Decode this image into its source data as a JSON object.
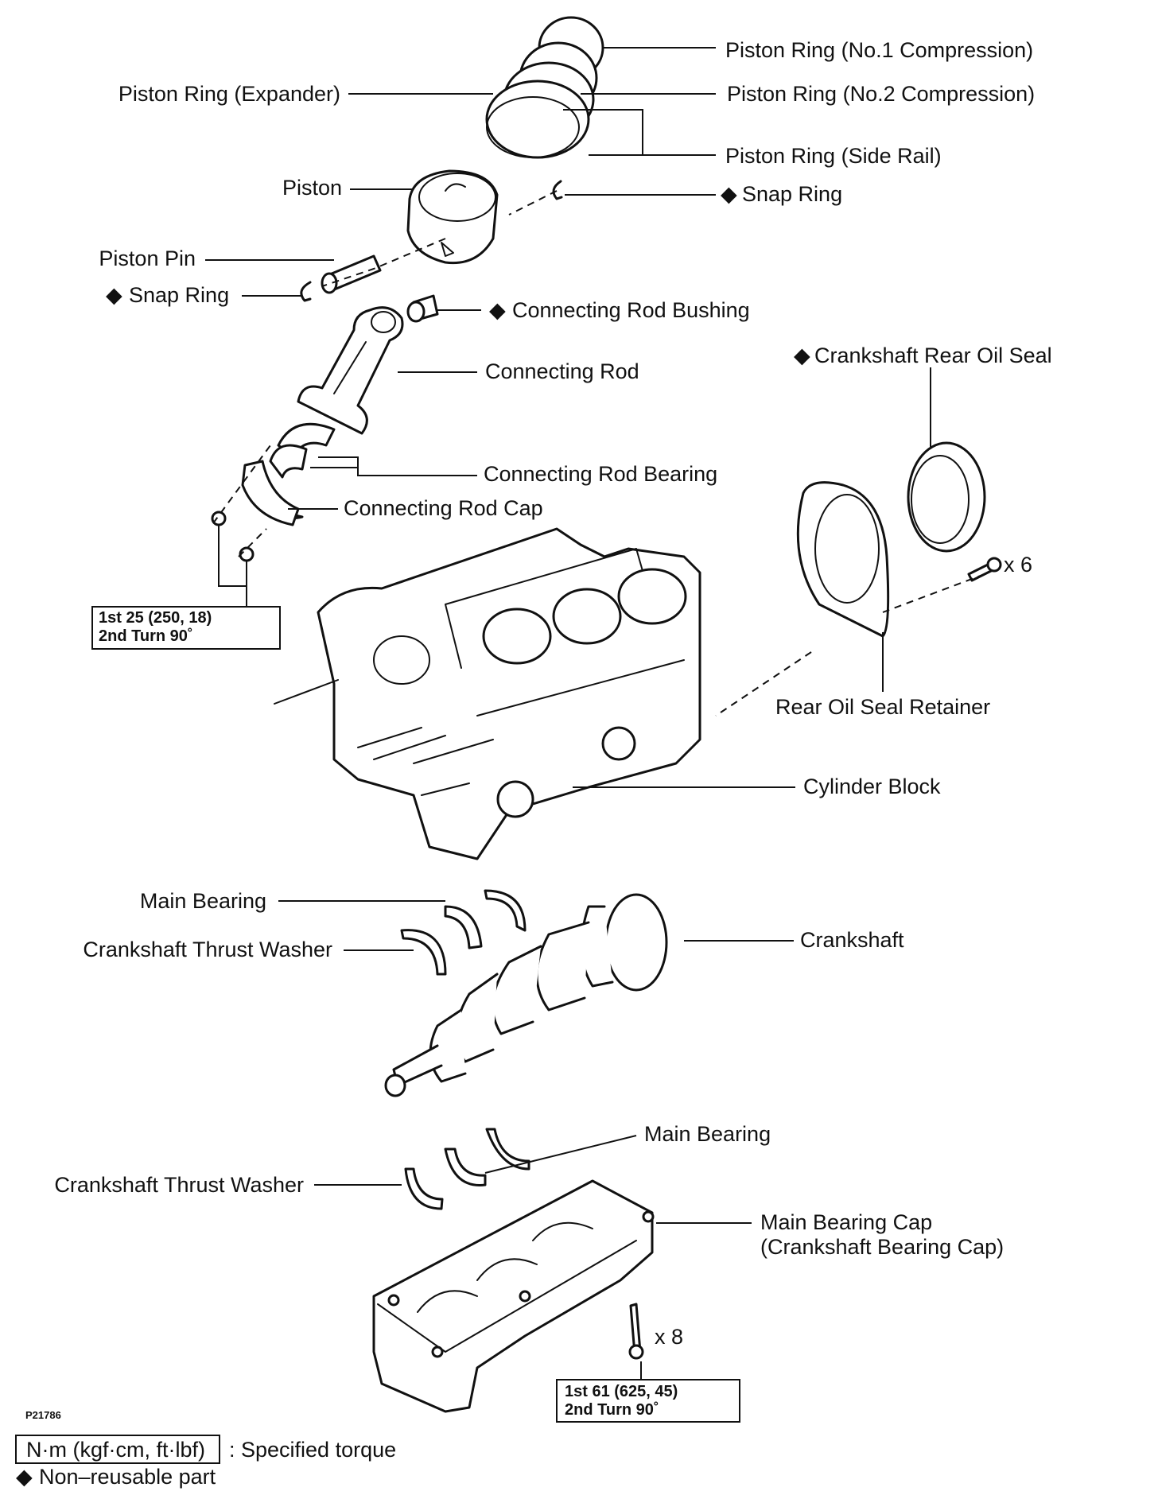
{
  "labels": {
    "ring_no1": "Piston Ring (No.1 Compression)",
    "ring_expander": "Piston Ring (Expander)",
    "ring_no2": "Piston Ring (No.2 Compression)",
    "ring_side_rail": "Piston Ring (Side Rail)",
    "piston": "Piston",
    "snap_ring_right": "Snap Ring",
    "piston_pin": "Piston Pin",
    "snap_ring_left": "Snap Ring",
    "rod_bushing": "Connecting Rod Bushing",
    "connecting_rod": "Connecting Rod",
    "rear_oil_seal": "Crankshaft Rear Oil Seal",
    "rod_bearing": "Connecting Rod Bearing",
    "rod_cap": "Connecting Rod Cap",
    "rear_oil_seal_retainer": "Rear Oil Seal Retainer",
    "cylinder_block": "Cylinder Block",
    "main_bearing_upper": "Main Bearing",
    "thrust_washer_upper": "Crankshaft Thrust Washer",
    "crankshaft": "Crankshaft",
    "main_bearing_lower": "Main Bearing",
    "thrust_washer_lower": "Crankshaft Thrust Washer",
    "main_bearing_cap_line1": "Main Bearing Cap",
    "main_bearing_cap_line2": "(Crankshaft Bearing Cap)"
  },
  "diamond": "◆",
  "bolt_counts": {
    "retainer_bolts": "x 6",
    "cap_bolts": "x 8"
  },
  "torque_boxes": {
    "rod_cap": {
      "line1": "1st 25 (250, 18)",
      "line2": "2nd Turn 90˚"
    },
    "main_cap": {
      "line1": "1st 61 (625, 45)",
      "line2": "2nd Turn 90˚"
    }
  },
  "figure_id": "P21786",
  "legend": {
    "unit_box": "N·m (kgf·cm, ft·lbf)",
    "unit_desc": ": Specified torque",
    "nonreusable": "Non–reusable part"
  }
}
